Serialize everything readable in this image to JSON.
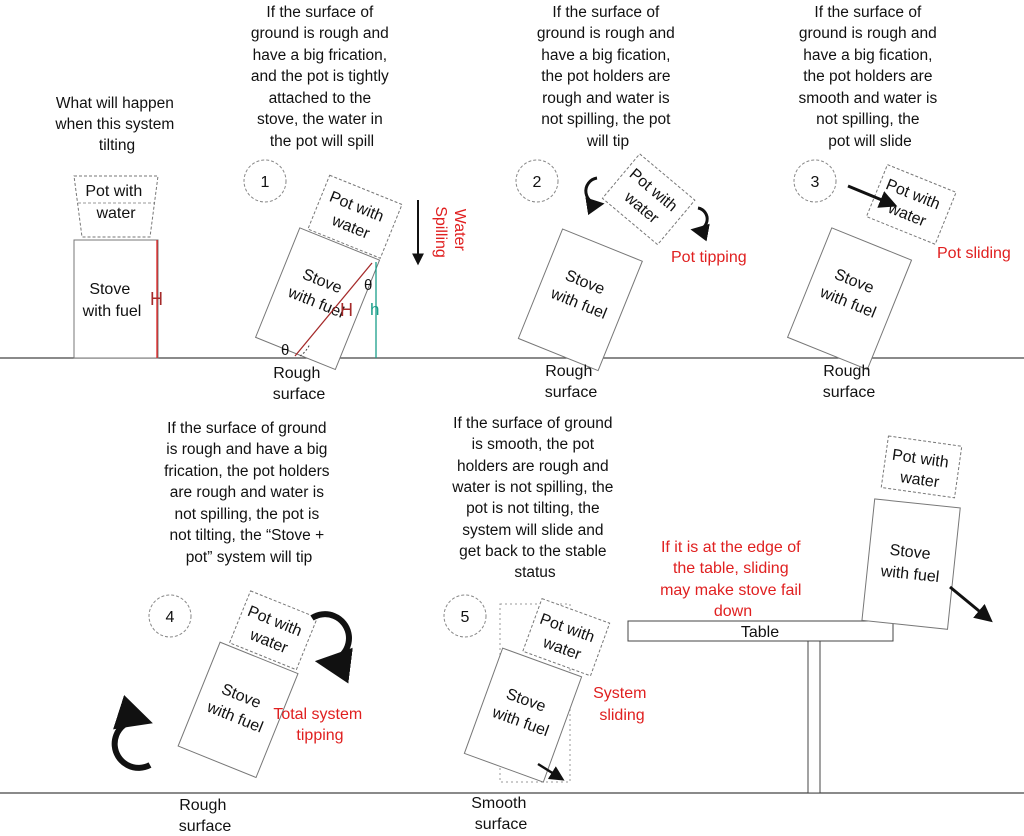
{
  "p0": {
    "question": [
      "What will happen",
      "when this system",
      "tilting"
    ],
    "pot": [
      "Pot with",
      "water"
    ],
    "stove": [
      "Stove",
      "with fuel"
    ],
    "H": "H"
  },
  "p1": {
    "num": "1",
    "caption": [
      "If the surface of",
      "ground is rough and",
      "have a big frication,",
      "and the pot is tightly",
      "attached to the",
      "stove, the water in",
      "the pot will spill"
    ],
    "pot": [
      "Pot with",
      "water"
    ],
    "stove": [
      "Stove",
      "with fuel"
    ],
    "water_spilling": [
      "Water",
      "Spilling"
    ],
    "H": "H",
    "h": "h",
    "theta": "θ",
    "surface": [
      "Rough",
      "surface"
    ]
  },
  "p2": {
    "num": "2",
    "caption": [
      "If the surface of",
      "ground is rough and",
      "have a big fication,",
      "the pot holders are",
      "rough and water is",
      "not spilling, the pot",
      "will tip"
    ],
    "pot": [
      "Pot with",
      "water"
    ],
    "stove": [
      "Stove",
      "with fuel"
    ],
    "effect": "Pot tipping",
    "surface": [
      "Rough",
      "surface"
    ]
  },
  "p3": {
    "num": "3",
    "caption": [
      "If the surface of",
      "ground is rough and",
      "have a big fication,",
      "the pot holders are",
      "smooth and water is",
      "not spilling, the",
      "pot will slide"
    ],
    "pot": [
      "Pot with",
      "water"
    ],
    "stove": [
      "Stove",
      "with fuel"
    ],
    "effect": "Pot sliding",
    "surface": [
      "Rough",
      "surface"
    ]
  },
  "p4": {
    "num": "4",
    "caption": [
      "If the surface of ground",
      "is rough and have a big",
      "frication, the pot holders",
      "are rough and water is",
      "not spilling, the pot is",
      "not tilting, the “Stove +",
      "pot”  system will tip"
    ],
    "pot": [
      "Pot with",
      "water"
    ],
    "stove": [
      "Stove",
      "with fuel"
    ],
    "effect": [
      "Total system",
      "tipping"
    ],
    "surface": [
      "Rough",
      "surface"
    ]
  },
  "p5": {
    "num": "5",
    "caption": [
      "If the surface of ground",
      "is smooth, the pot",
      "holders are rough and",
      "water is not spilling, the",
      "pot is not tilting, the",
      "system will slide and",
      "get back to the stable",
      "status"
    ],
    "pot": [
      "Pot with",
      "water"
    ],
    "stove": [
      "Stove",
      "with fuel"
    ],
    "effect": [
      "System",
      "sliding"
    ],
    "surface": [
      "Smooth",
      "surface"
    ]
  },
  "p6": {
    "note": [
      "If it is at the edge of",
      "the table, sliding",
      "may make stove fail",
      "down"
    ],
    "table": "Table",
    "pot": [
      "Pot with",
      "water"
    ],
    "stove": [
      "Stove",
      "with fuel"
    ]
  },
  "colors": {
    "red": "#e02020",
    "darkred": "#a52a2a",
    "green": "#1a9e8a"
  }
}
